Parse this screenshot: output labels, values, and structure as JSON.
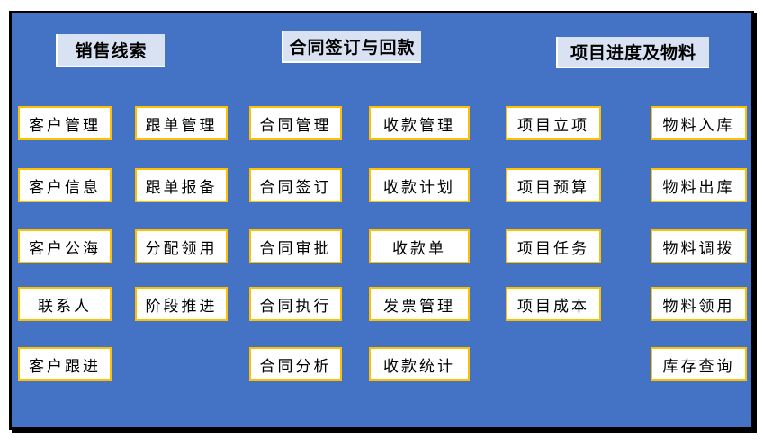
{
  "sections": [
    {
      "header": "销售线索",
      "columns": [
        [
          "客户管理",
          "客户信息",
          "客户公海",
          "联系人",
          "客户跟进"
        ],
        [
          "跟单管理",
          "跟单报备",
          "分配领用",
          "阶段推进"
        ]
      ]
    },
    {
      "header": "合同签订与回款",
      "columns": [
        [
          "合同管理",
          "合同签订",
          "合同审批",
          "合同执行",
          "合同分析"
        ],
        [
          "收款管理",
          "收款计划",
          "收款单",
          "发票管理",
          "收款统计"
        ]
      ]
    },
    {
      "header": "项目进度及物料",
      "columns": [
        [
          "项目立项",
          "项目预算",
          "项目任务",
          "项目成本"
        ],
        [
          "物料入库",
          "物料出库",
          "物料调拨",
          "物料领用",
          "库存查询"
        ]
      ]
    }
  ],
  "colors": {
    "canvas_background": "#4472C4",
    "frame_border": "#000000",
    "header_background": "#D9E2F3",
    "module_box_background": "#FFFFFF",
    "module_box_border": "#FFC000",
    "text": "#000000"
  }
}
